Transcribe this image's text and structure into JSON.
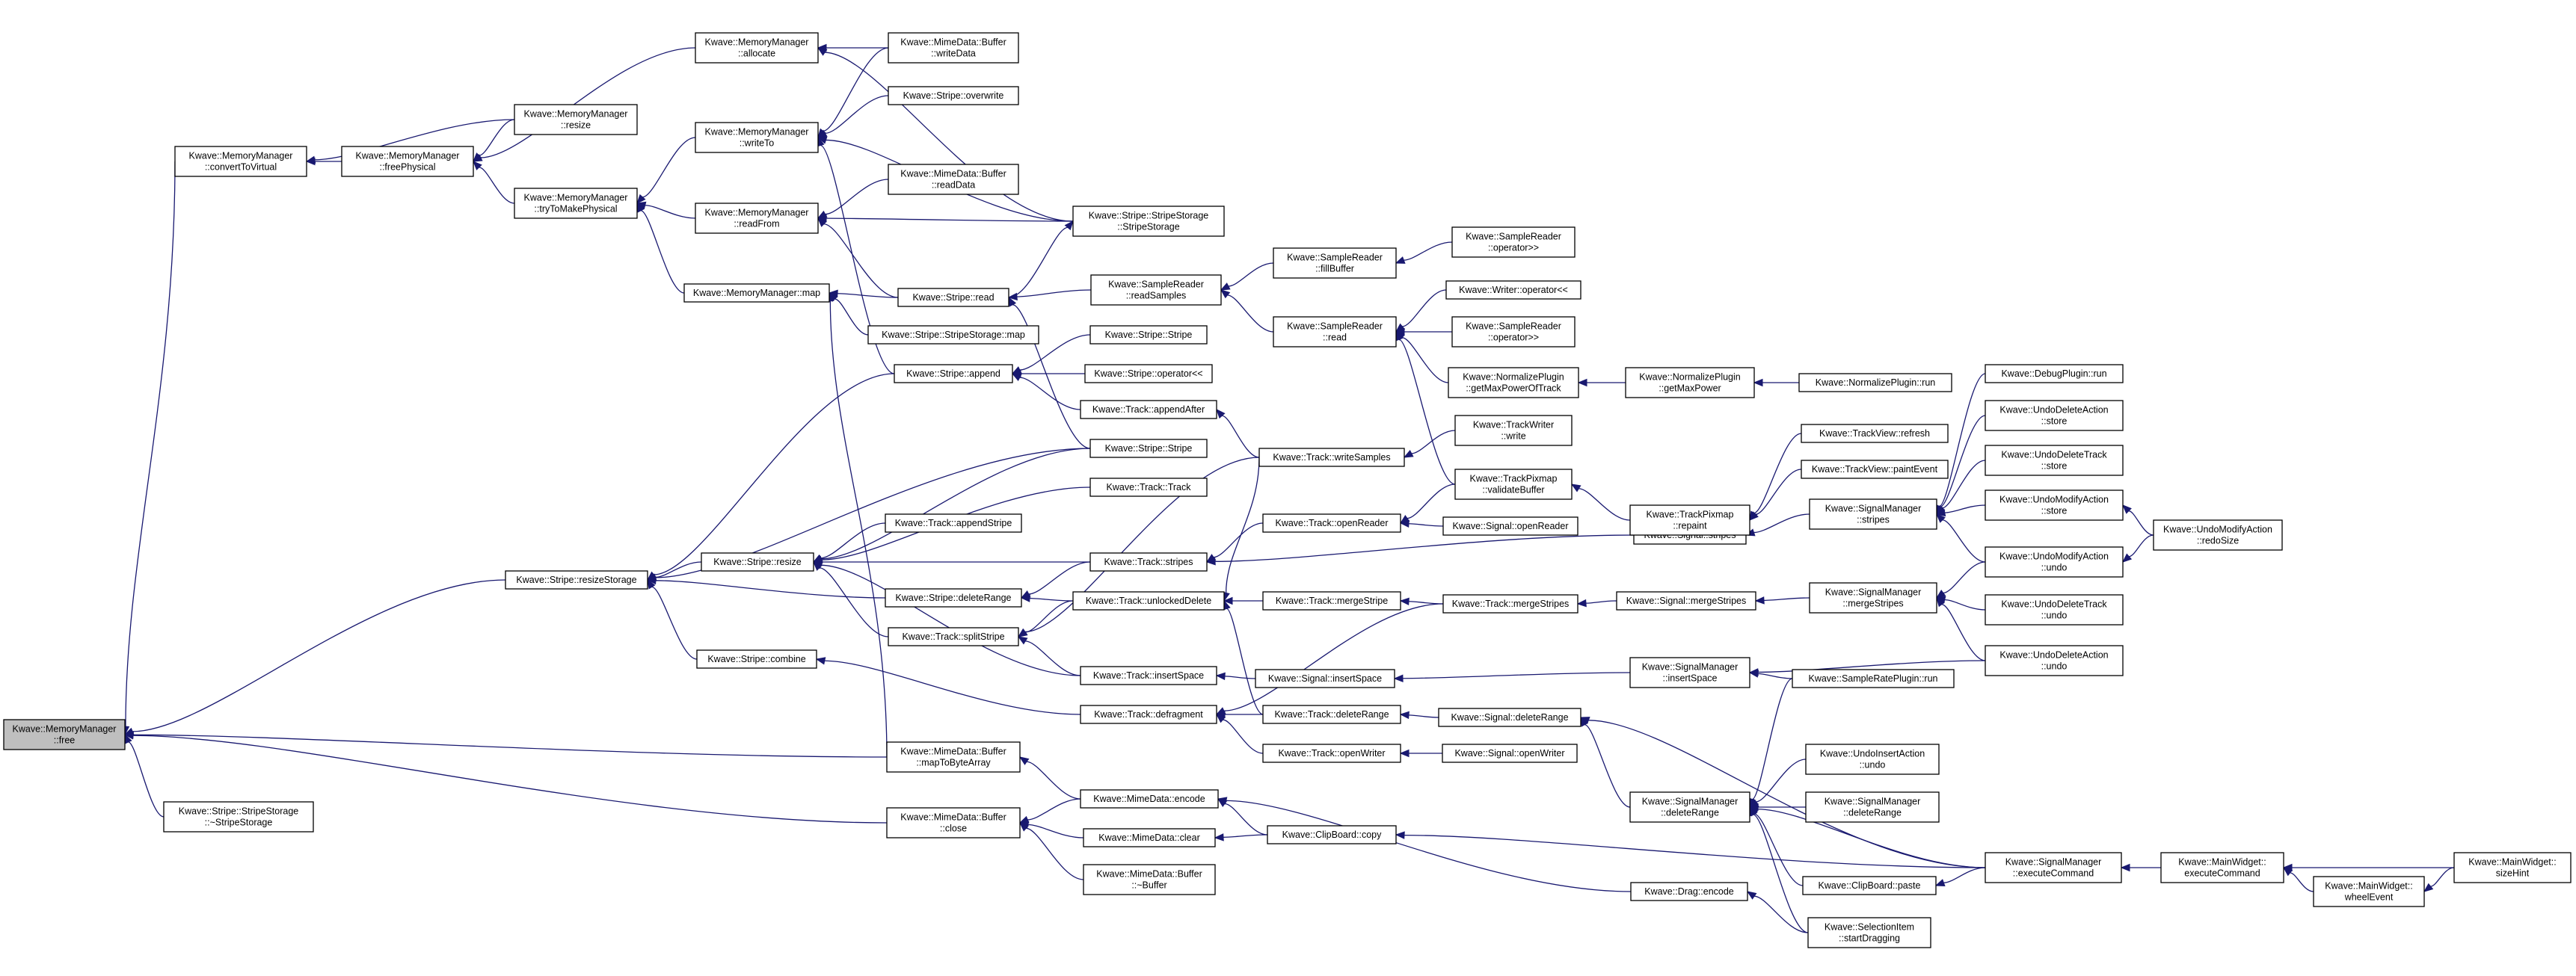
{
  "diagram": {
    "type": "call-graph",
    "focus_node": "free",
    "nodes": [
      {
        "id": "free",
        "lines": [
          "Kwave::MemoryManager",
          "::free"
        ]
      },
      {
        "id": "convertToVirtual",
        "lines": [
          "Kwave::MemoryManager",
          "::convertToVirtual"
        ]
      },
      {
        "id": "ssDestructor",
        "lines": [
          "Kwave::Stripe::StripeStorage",
          "::~StripeStorage"
        ]
      },
      {
        "id": "freePhysical",
        "lines": [
          "Kwave::MemoryManager",
          "::freePhysical"
        ]
      },
      {
        "id": "resizeStorage",
        "lines": [
          "Kwave::Stripe::resizeStorage"
        ]
      },
      {
        "id": "mdMapToByteArray",
        "lines": [
          "Kwave::MimeData::Buffer",
          "::mapToByteArray"
        ]
      },
      {
        "id": "mdClose",
        "lines": [
          "Kwave::MimeData::Buffer",
          "::close"
        ]
      },
      {
        "id": "mmResize",
        "lines": [
          "Kwave::MemoryManager",
          "::resize"
        ]
      },
      {
        "id": "tryToMakePhysical",
        "lines": [
          "Kwave::MemoryManager",
          "::tryToMakePhysical"
        ]
      },
      {
        "id": "allocate",
        "lines": [
          "Kwave::MemoryManager",
          "::allocate"
        ]
      },
      {
        "id": "writeTo",
        "lines": [
          "Kwave::MemoryManager",
          "::writeTo"
        ]
      },
      {
        "id": "readFrom",
        "lines": [
          "Kwave::MemoryManager",
          "::readFrom"
        ]
      },
      {
        "id": "mmMap",
        "lines": [
          "Kwave::MemoryManager::map"
        ]
      },
      {
        "id": "stripeResize",
        "lines": [
          "Kwave::Stripe::resize"
        ]
      },
      {
        "id": "stripeCombine",
        "lines": [
          "Kwave::Stripe::combine"
        ]
      },
      {
        "id": "mdWriteData",
        "lines": [
          "Kwave::MimeData::Buffer",
          "::writeData"
        ]
      },
      {
        "id": "stripeOverwrite",
        "lines": [
          "Kwave::Stripe::overwrite"
        ]
      },
      {
        "id": "mdReadData",
        "lines": [
          "Kwave::MimeData::Buffer",
          "::readData"
        ]
      },
      {
        "id": "stripeRead",
        "lines": [
          "Kwave::Stripe::read"
        ]
      },
      {
        "id": "ssMap",
        "lines": [
          "Kwave::Stripe::StripeStorage::map"
        ]
      },
      {
        "id": "stripeAppend",
        "lines": [
          "Kwave::Stripe::append"
        ]
      },
      {
        "id": "trackAppendStripe",
        "lines": [
          "Kwave::Track::appendStripe"
        ]
      },
      {
        "id": "stripeDeleteRange",
        "lines": [
          "Kwave::Stripe::deleteRange"
        ]
      },
      {
        "id": "trackSplitStripe",
        "lines": [
          "Kwave::Track::splitStripe"
        ]
      },
      {
        "id": "mdEncode",
        "lines": [
          "Kwave::MimeData::encode"
        ]
      },
      {
        "id": "mdClear",
        "lines": [
          "Kwave::MimeData::clear"
        ]
      },
      {
        "id": "mdBufferDestructor",
        "lines": [
          "Kwave::MimeData::Buffer",
          "::~Buffer"
        ]
      },
      {
        "id": "ssStripeStorage",
        "lines": [
          "Kwave::Stripe::StripeStorage",
          "::StripeStorage"
        ]
      },
      {
        "id": "stripeStripe1",
        "lines": [
          "Kwave::Stripe::Stripe"
        ]
      },
      {
        "id": "stripeOperatorLL",
        "lines": [
          "Kwave::Stripe::operator<<"
        ]
      },
      {
        "id": "trackAppendAfter",
        "lines": [
          "Kwave::Track::appendAfter"
        ]
      },
      {
        "id": "stripeStripe2",
        "lines": [
          "Kwave::Stripe::Stripe"
        ]
      },
      {
        "id": "trackTrack",
        "lines": [
          "Kwave::Track::Track"
        ]
      },
      {
        "id": "trackStripes",
        "lines": [
          "Kwave::Track::stripes"
        ]
      },
      {
        "id": "trackUnlockedDelete",
        "lines": [
          "Kwave::Track::unlockedDelete"
        ]
      },
      {
        "id": "trackInsertSpace",
        "lines": [
          "Kwave::Track::insertSpace"
        ]
      },
      {
        "id": "trackDefragment",
        "lines": [
          "Kwave::Track::defragment"
        ]
      },
      {
        "id": "readSamples",
        "lines": [
          "Kwave::SampleReader",
          "::readSamples"
        ]
      },
      {
        "id": "trackWriteSamples",
        "lines": [
          "Kwave::Track::writeSamples"
        ]
      },
      {
        "id": "trackOpenReader",
        "lines": [
          "Kwave::Track::openReader"
        ]
      },
      {
        "id": "trackMergeStripe",
        "lines": [
          "Kwave::Track::mergeStripe"
        ]
      },
      {
        "id": "trackDeleteRange",
        "lines": [
          "Kwave::Track::deleteRange"
        ]
      },
      {
        "id": "trackOpenWriter",
        "lines": [
          "Kwave::Track::openWriter"
        ]
      },
      {
        "id": "clipboardCopy",
        "lines": [
          "Kwave::ClipBoard::copy"
        ]
      },
      {
        "id": "fillBuffer",
        "lines": [
          "Kwave::SampleReader",
          "::fillBuffer"
        ]
      },
      {
        "id": "srRead",
        "lines": [
          "Kwave::SampleReader",
          "::read"
        ]
      },
      {
        "id": "trackMergeStripes",
        "lines": [
          "Kwave::Track::mergeStripes"
        ]
      },
      {
        "id": "signalOpenReader",
        "lines": [
          "Kwave::Signal::openReader"
        ]
      },
      {
        "id": "signalStripes",
        "lines": [
          "Kwave::Signal::stripes"
        ]
      },
      {
        "id": "signalInsertSpace",
        "lines": [
          "Kwave::Signal::insertSpace"
        ]
      },
      {
        "id": "signalDeleteRange",
        "lines": [
          "Kwave::Signal::deleteRange"
        ]
      },
      {
        "id": "signalOpenWriter",
        "lines": [
          "Kwave::Signal::openWriter"
        ]
      },
      {
        "id": "dragEncode",
        "lines": [
          "Kwave::Drag::encode"
        ]
      },
      {
        "id": "srOperatorGG1",
        "lines": [
          "Kwave::SampleReader",
          "::operator>>"
        ]
      },
      {
        "id": "writerOperatorLL",
        "lines": [
          "Kwave::Writer::operator<<"
        ]
      },
      {
        "id": "srOperatorGG2",
        "lines": [
          "Kwave::SampleReader",
          "::operator>>"
        ]
      },
      {
        "id": "getMaxPowerOfTrack",
        "lines": [
          "Kwave::NormalizePlugin",
          "::getMaxPowerOfTrack"
        ]
      },
      {
        "id": "twWrite",
        "lines": [
          "Kwave::TrackWriter",
          "::write"
        ]
      },
      {
        "id": "validateBuffer",
        "lines": [
          "Kwave::TrackPixmap",
          "::validateBuffer"
        ]
      },
      {
        "id": "signalMergeStripes",
        "lines": [
          "Kwave::Signal::mergeStripes"
        ]
      },
      {
        "id": "smInsertSpace",
        "lines": [
          "Kwave::SignalManager",
          "::insertSpace"
        ]
      },
      {
        "id": "smDeleteRange",
        "lines": [
          "Kwave::SignalManager",
          "::deleteRange"
        ]
      },
      {
        "id": "getMaxPower",
        "lines": [
          "Kwave::NormalizePlugin",
          "::getMaxPower"
        ]
      },
      {
        "id": "repaint",
        "lines": [
          "Kwave::TrackPixmap",
          "::repaint"
        ]
      },
      {
        "id": "smStripes",
        "lines": [
          "Kwave::SignalManager",
          "::stripes"
        ]
      },
      {
        "id": "smMergeStripes",
        "lines": [
          "Kwave::SignalManager",
          "::mergeStripes"
        ]
      },
      {
        "id": "sampleRateRun",
        "lines": [
          "Kwave::SampleRatePlugin::run"
        ]
      },
      {
        "id": "uiaUndo",
        "lines": [
          "Kwave::UndoInsertAction",
          "::undo"
        ]
      },
      {
        "id": "smDeleteRange2",
        "lines": [
          "Kwave::SignalManager",
          "::deleteRange"
        ]
      },
      {
        "id": "clipboardPaste",
        "lines": [
          "Kwave::ClipBoard::paste"
        ]
      },
      {
        "id": "startDragging",
        "lines": [
          "Kwave::SelectionItem",
          "::startDragging"
        ]
      },
      {
        "id": "normalizeRun",
        "lines": [
          "Kwave::NormalizePlugin::run"
        ]
      },
      {
        "id": "tvRefresh",
        "lines": [
          "Kwave::TrackView::refresh"
        ]
      },
      {
        "id": "tvPaintEvent",
        "lines": [
          "Kwave::TrackView::paintEvent"
        ]
      },
      {
        "id": "debugRun",
        "lines": [
          "Kwave::DebugPlugin::run"
        ]
      },
      {
        "id": "udaStore",
        "lines": [
          "Kwave::UndoDeleteAction",
          "::store"
        ]
      },
      {
        "id": "udtStore",
        "lines": [
          "Kwave::UndoDeleteTrack",
          "::store"
        ]
      },
      {
        "id": "umaStore",
        "lines": [
          "Kwave::UndoModifyAction",
          "::store"
        ]
      },
      {
        "id": "umaUndo",
        "lines": [
          "Kwave::UndoModifyAction",
          "::undo"
        ]
      },
      {
        "id": "udtUndo",
        "lines": [
          "Kwave::UndoDeleteTrack",
          "::undo"
        ]
      },
      {
        "id": "udaUndo",
        "lines": [
          "Kwave::UndoDeleteAction",
          "::undo"
        ]
      },
      {
        "id": "smExecuteCommand",
        "lines": [
          "Kwave::SignalManager",
          "::executeCommand"
        ]
      },
      {
        "id": "umaRedoSize",
        "lines": [
          "Kwave::UndoModifyAction",
          "::redoSize"
        ]
      },
      {
        "id": "mwExecuteCommand",
        "lines": [
          "Kwave::MainWidget::",
          "executeCommand"
        ]
      },
      {
        "id": "mwWheelEvent",
        "lines": [
          "Kwave::MainWidget::",
          "wheelEvent"
        ]
      },
      {
        "id": "mwSizeHint",
        "lines": [
          "Kwave::MainWidget::",
          "sizeHint"
        ]
      }
    ],
    "edges": [
      [
        "convertToVirtual",
        "free"
      ],
      [
        "ssDestructor",
        "free"
      ],
      [
        "resizeStorage",
        "free"
      ],
      [
        "mdMapToByteArray",
        "free"
      ],
      [
        "mdClose",
        "free"
      ],
      [
        "freePhysical",
        "convertToVirtual"
      ],
      [
        "mmResize",
        "convertToVirtual"
      ],
      [
        "allocate",
        "freePhysical"
      ],
      [
        "mmResize",
        "freePhysical"
      ],
      [
        "tryToMakePhysical",
        "freePhysical"
      ],
      [
        "mdWriteData",
        "allocate"
      ],
      [
        "ssStripeStorage",
        "allocate"
      ],
      [
        "writeTo",
        "tryToMakePhysical"
      ],
      [
        "readFrom",
        "tryToMakePhysical"
      ],
      [
        "mmMap",
        "tryToMakePhysical"
      ],
      [
        "mdWriteData",
        "writeTo"
      ],
      [
        "stripeOverwrite",
        "writeTo"
      ],
      [
        "ssStripeStorage",
        "writeTo"
      ],
      [
        "stripeAppend",
        "writeTo"
      ],
      [
        "mdReadData",
        "readFrom"
      ],
      [
        "ssStripeStorage",
        "readFrom"
      ],
      [
        "stripeRead",
        "readFrom"
      ],
      [
        "ssMap",
        "mmMap"
      ],
      [
        "stripeRead",
        "mmMap"
      ],
      [
        "mdMapToByteArray",
        "mmMap"
      ],
      [
        "stripeRead",
        "ssStripeStorage"
      ],
      [
        "readSamples",
        "stripeRead"
      ],
      [
        "stripeStripe2",
        "stripeRead"
      ],
      [
        "stripeStripe1",
        "stripeAppend"
      ],
      [
        "stripeOperatorLL",
        "stripeAppend"
      ],
      [
        "trackAppendAfter",
        "stripeAppend"
      ],
      [
        "trackWriteSamples",
        "trackAppendAfter"
      ],
      [
        "stripeResize",
        "resizeStorage"
      ],
      [
        "stripeDeleteRange",
        "resizeStorage"
      ],
      [
        "stripeCombine",
        "resizeStorage"
      ],
      [
        "stripeAppend",
        "resizeStorage"
      ],
      [
        "stripeStripe2",
        "resizeStorage"
      ],
      [
        "stripeStripe2",
        "stripeResize"
      ],
      [
        "trackTrack",
        "stripeResize"
      ],
      [
        "trackAppendStripe",
        "stripeResize"
      ],
      [
        "trackStripes",
        "stripeResize"
      ],
      [
        "trackSplitStripe",
        "stripeResize"
      ],
      [
        "trackInsertSpace",
        "stripeResize"
      ],
      [
        "trackStripes",
        "stripeDeleteRange"
      ],
      [
        "trackUnlockedDelete",
        "stripeDeleteRange"
      ],
      [
        "trackWriteSamples",
        "trackSplitStripe"
      ],
      [
        "trackUnlockedDelete",
        "trackSplitStripe"
      ],
      [
        "trackInsertSpace",
        "trackSplitStripe"
      ],
      [
        "trackDefragment",
        "stripeCombine"
      ],
      [
        "trackOpenReader",
        "trackStripes"
      ],
      [
        "signalStripes",
        "trackStripes"
      ],
      [
        "trackWriteSamples",
        "trackUnlockedDelete"
      ],
      [
        "trackMergeStripe",
        "trackUnlockedDelete"
      ],
      [
        "trackDeleteRange",
        "trackUnlockedDelete"
      ],
      [
        "signalInsertSpace",
        "trackInsertSpace"
      ],
      [
        "trackMergeStripes",
        "trackDefragment"
      ],
      [
        "trackDeleteRange",
        "trackDefragment"
      ],
      [
        "trackOpenWriter",
        "trackDefragment"
      ],
      [
        "trackMergeStripes",
        "trackMergeStripe"
      ],
      [
        "signalDeleteRange",
        "trackDeleteRange"
      ],
      [
        "signalOpenWriter",
        "trackOpenWriter"
      ],
      [
        "signalOpenReader",
        "trackOpenReader"
      ],
      [
        "validateBuffer",
        "trackOpenReader"
      ],
      [
        "twWrite",
        "trackWriteSamples"
      ],
      [
        "signalMergeStripes",
        "trackMergeStripes"
      ],
      [
        "smStripes",
        "signalStripes"
      ],
      [
        "smInsertSpace",
        "signalInsertSpace"
      ],
      [
        "smDeleteRange",
        "signalDeleteRange"
      ],
      [
        "smExecuteCommand",
        "signalDeleteRange"
      ],
      [
        "smMergeStripes",
        "signalMergeStripes"
      ],
      [
        "fillBuffer",
        "readSamples"
      ],
      [
        "srRead",
        "readSamples"
      ],
      [
        "srOperatorGG1",
        "fillBuffer"
      ],
      [
        "writerOperatorLL",
        "srRead"
      ],
      [
        "srOperatorGG2",
        "srRead"
      ],
      [
        "getMaxPowerOfTrack",
        "srRead"
      ],
      [
        "validateBuffer",
        "srRead"
      ],
      [
        "getMaxPower",
        "getMaxPowerOfTrack"
      ],
      [
        "normalizeRun",
        "getMaxPower"
      ],
      [
        "repaint",
        "validateBuffer"
      ],
      [
        "tvRefresh",
        "repaint"
      ],
      [
        "tvPaintEvent",
        "repaint"
      ],
      [
        "mdEncode",
        "mdMapToByteArray"
      ],
      [
        "mdEncode",
        "mdClose"
      ],
      [
        "mdClear",
        "mdClose"
      ],
      [
        "mdBufferDestructor",
        "mdClose"
      ],
      [
        "clipboardCopy",
        "mdEncode"
      ],
      [
        "dragEncode",
        "mdEncode"
      ],
      [
        "clipboardCopy",
        "mdClear"
      ],
      [
        "smExecuteCommand",
        "clipboardCopy"
      ],
      [
        "debugRun",
        "smStripes"
      ],
      [
        "udaStore",
        "smStripes"
      ],
      [
        "udtStore",
        "smStripes"
      ],
      [
        "umaStore",
        "smStripes"
      ],
      [
        "umaUndo",
        "smStripes"
      ],
      [
        "umaRedoSize",
        "umaStore"
      ],
      [
        "umaRedoSize",
        "umaUndo"
      ],
      [
        "umaUndo",
        "smMergeStripes"
      ],
      [
        "udtUndo",
        "smMergeStripes"
      ],
      [
        "udaUndo",
        "smMergeStripes"
      ],
      [
        "udaUndo",
        "smInsertSpace"
      ],
      [
        "sampleRateRun",
        "smInsertSpace"
      ],
      [
        "sampleRateRun",
        "smDeleteRange"
      ],
      [
        "uiaUndo",
        "smDeleteRange"
      ],
      [
        "smDeleteRange2",
        "smDeleteRange"
      ],
      [
        "clipboardPaste",
        "smDeleteRange"
      ],
      [
        "startDragging",
        "smDeleteRange"
      ],
      [
        "smExecuteCommand",
        "smDeleteRange"
      ],
      [
        "startDragging",
        "dragEncode"
      ],
      [
        "smExecuteCommand",
        "clipboardPaste"
      ],
      [
        "mwExecuteCommand",
        "smExecuteCommand"
      ],
      [
        "mwWheelEvent",
        "mwExecuteCommand"
      ],
      [
        "mwSizeHint",
        "mwExecuteCommand"
      ],
      [
        "mwSizeHint",
        "mwWheelEvent"
      ]
    ]
  }
}
